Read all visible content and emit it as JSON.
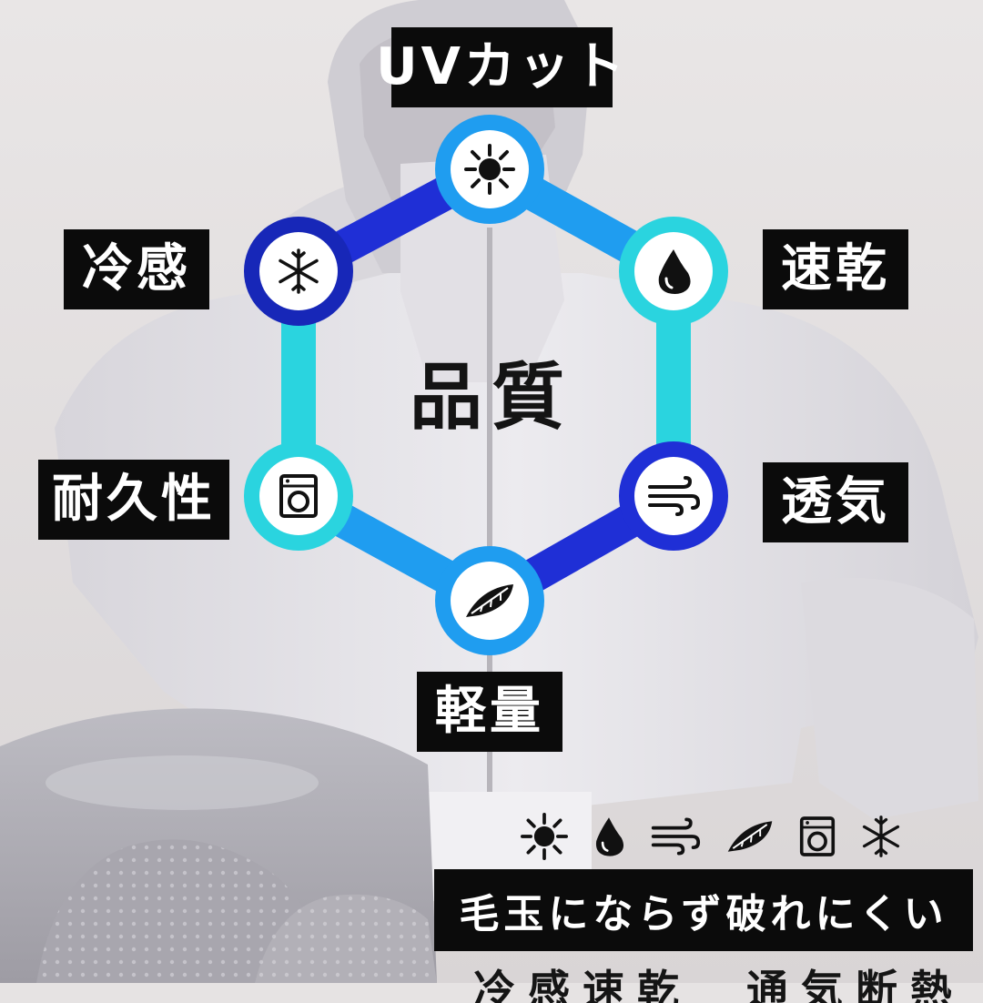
{
  "center": {
    "title": "品質"
  },
  "features": [
    {
      "id": "uv",
      "label": "UVカット",
      "icon": "sun-icon"
    },
    {
      "id": "quick-dry",
      "label": "速乾",
      "icon": "water-drop-icon"
    },
    {
      "id": "breathable",
      "label": "透気",
      "icon": "wind-icon"
    },
    {
      "id": "lightweight",
      "label": "軽量",
      "icon": "feather-icon"
    },
    {
      "id": "durable",
      "label": "耐久性",
      "icon": "washing-machine-icon"
    },
    {
      "id": "cooling",
      "label": "冷感",
      "icon": "snowflake-icon"
    }
  ],
  "icon_strip": [
    "sun-icon",
    "water-drop-icon",
    "wind-icon",
    "feather-icon",
    "washing-machine-icon",
    "snowflake-icon"
  ],
  "caption": "毛玉にならず破れにくい",
  "subcaption": "冷感速乾　通気断熱性",
  "colors": {
    "cyan": "#2ad4df",
    "light_blue": "#1f9df0",
    "royal_blue": "#1f2fd6",
    "navy": "#1727b8",
    "label_bg": "#0b0b0b"
  }
}
